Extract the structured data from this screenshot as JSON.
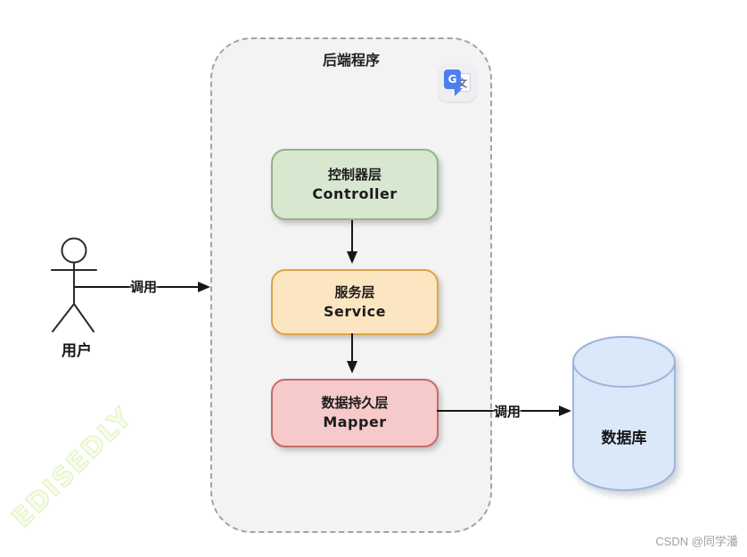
{
  "backend": {
    "title": "后端程序",
    "translate_icon": {
      "g": "G",
      "char": "文"
    },
    "layers": [
      {
        "zh": "控制器层",
        "en": "Controller",
        "fill": "#d7e7d0",
        "border": "#94b287"
      },
      {
        "zh": "服务层",
        "en": "Service",
        "fill": "#fce6c1",
        "border": "#dda347"
      },
      {
        "zh": "数据持久层",
        "en": "Mapper",
        "fill": "#f6caca",
        "border": "#c46a6a"
      }
    ]
  },
  "actor": {
    "label": "用户"
  },
  "edges": {
    "user_call": "调用",
    "db_call": "调用"
  },
  "database": {
    "label": "数据库",
    "fill": "#dbe8fa",
    "border": "#9db5da"
  },
  "watermark": "EDISEDLY",
  "credit": "CSDN @同学潘",
  "colors": {
    "container_fill": "#f3f3f3",
    "container_border": "#a3a3a3",
    "arrow": "#1c1c1c"
  }
}
